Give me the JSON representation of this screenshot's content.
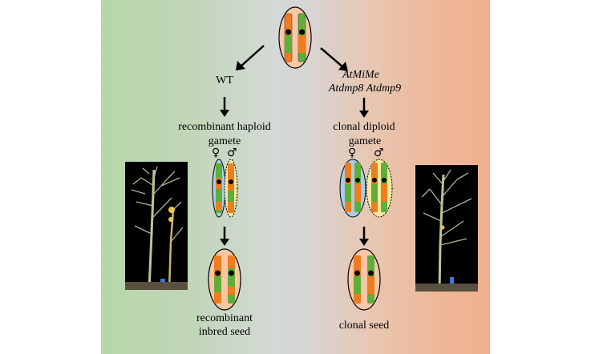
{
  "labels": {
    "wt": "WT",
    "mutant_line1": "AtMiMe",
    "mutant_line2": "Atdmp8 Atdmp9",
    "recombinant_gamete_line1": "recombinant haploid",
    "recombinant_gamete_line2": "gamete",
    "clonal_gamete_line1": "clonal diploid",
    "clonal_gamete_line2": "gamete",
    "recombinant_seed_line1": "recombinant",
    "recombinant_seed_line2": "inbred seed",
    "clonal_seed": "clonal seed"
  },
  "symbols": {
    "female_left": "♀",
    "male_left": "♂",
    "female_right": "♀",
    "male_right": "♂"
  },
  "colors": {
    "chromosome_orange": "#ee7d1f",
    "chromosome_green": "#5fae3a",
    "ellipse_seed": "#f8c7a6",
    "ellipse_female": "#a9cde8",
    "ellipse_male": "#f3e9a0",
    "panel_left": "#b6d7a8",
    "panel_right": "#f0b08c"
  },
  "icons": [
    "arrow-icon",
    "chromosome-pair-icon",
    "plant-photo"
  ]
}
